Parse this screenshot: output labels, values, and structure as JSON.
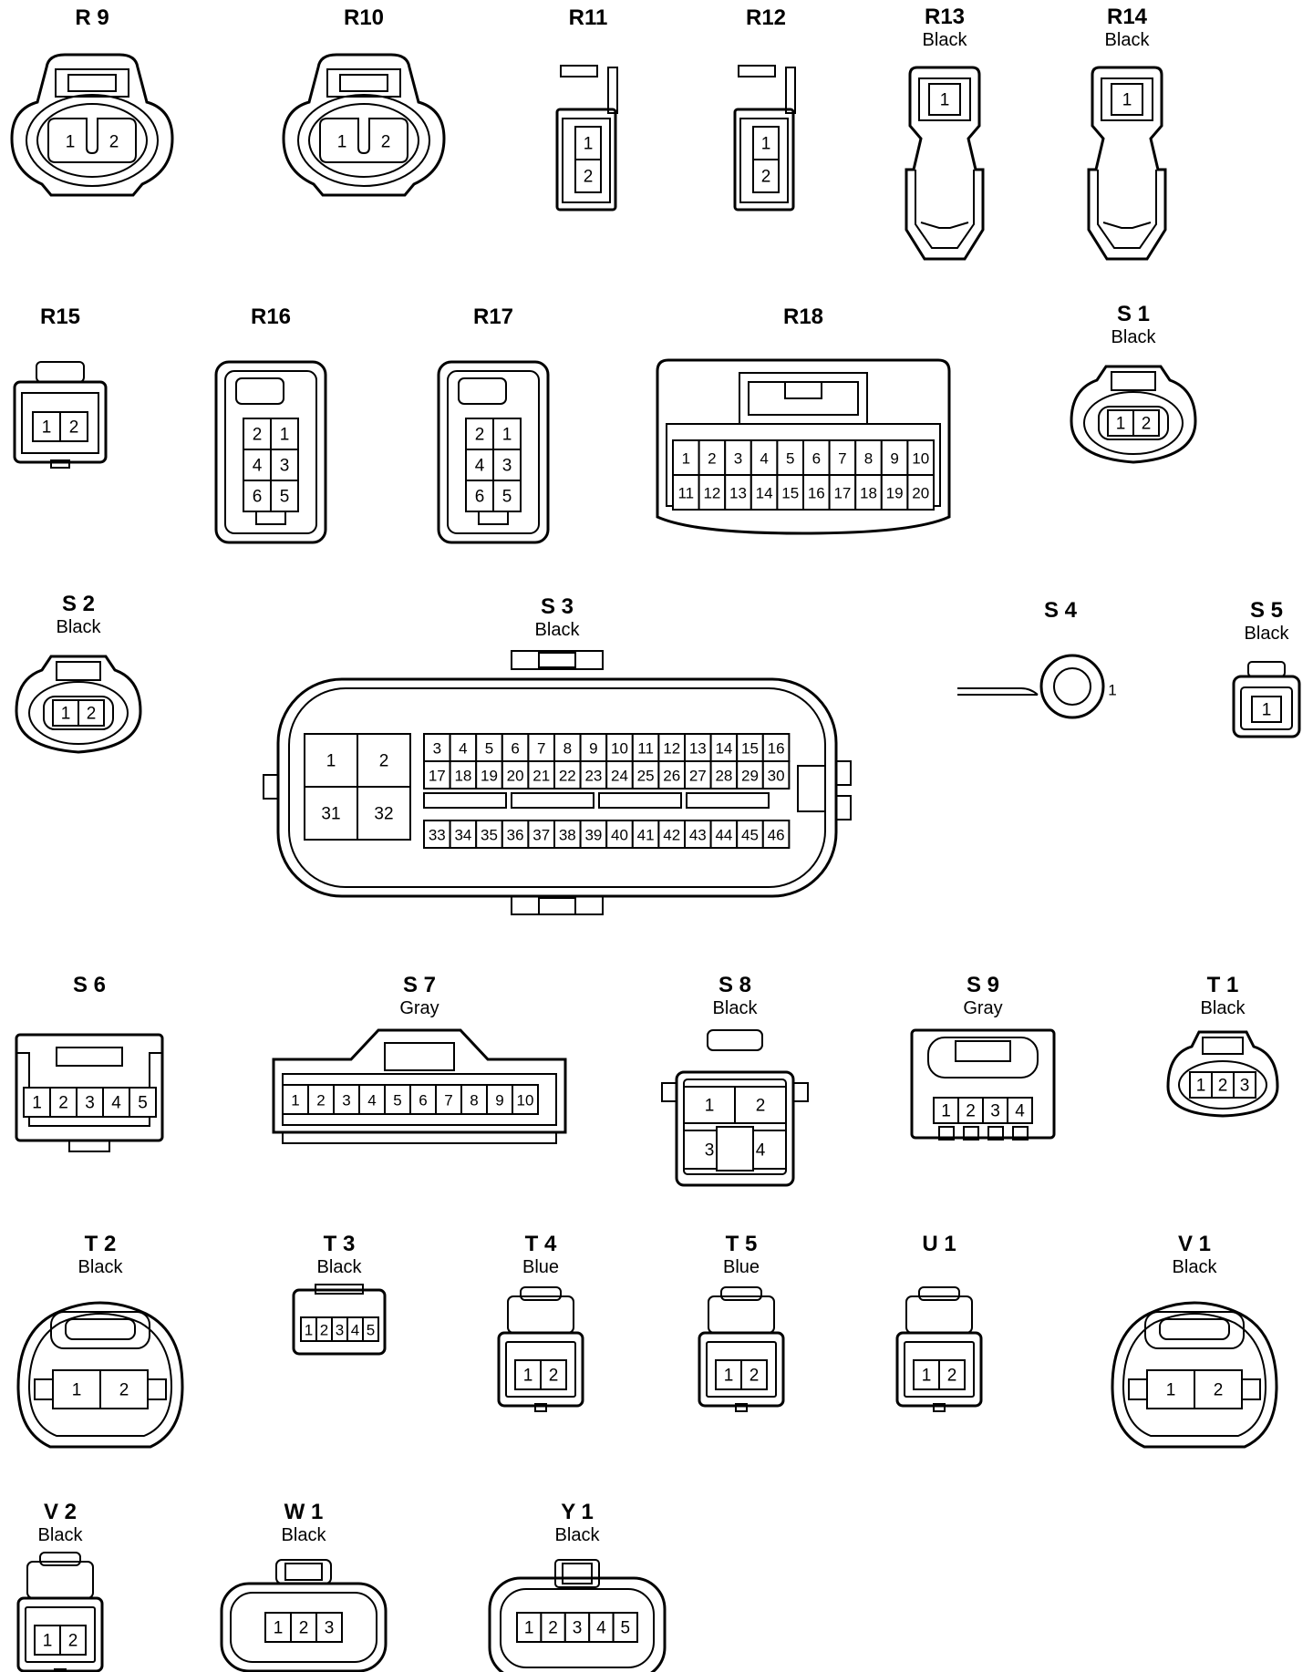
{
  "connectors": [
    {
      "id": "R 9",
      "color": "",
      "pins": [
        "1",
        "2"
      ]
    },
    {
      "id": "R10",
      "color": "",
      "pins": [
        "1",
        "2"
      ]
    },
    {
      "id": "R11",
      "color": "",
      "pins": [
        "1",
        "2"
      ]
    },
    {
      "id": "R12",
      "color": "",
      "pins": [
        "1",
        "2"
      ]
    },
    {
      "id": "R13",
      "color": "Black",
      "pins": [
        "1"
      ]
    },
    {
      "id": "R14",
      "color": "Black",
      "pins": [
        "1"
      ]
    },
    {
      "id": "R15",
      "color": "",
      "pins": [
        "1",
        "2"
      ]
    },
    {
      "id": "R16",
      "color": "",
      "pins": [
        "2",
        "1",
        "4",
        "3",
        "6",
        "5"
      ]
    },
    {
      "id": "R17",
      "color": "",
      "pins": [
        "2",
        "1",
        "4",
        "3",
        "6",
        "5"
      ]
    },
    {
      "id": "R18",
      "color": "",
      "pins": [
        "1",
        "2",
        "3",
        "4",
        "5",
        "6",
        "7",
        "8",
        "9",
        "10",
        "11",
        "12",
        "13",
        "14",
        "15",
        "16",
        "17",
        "18",
        "19",
        "20"
      ]
    },
    {
      "id": "S 1",
      "color": "Black",
      "pins": [
        "1",
        "2"
      ]
    },
    {
      "id": "S 2",
      "color": "Black",
      "pins": [
        "1",
        "2"
      ]
    },
    {
      "id": "S 3",
      "color": "Black",
      "pins": [
        "1",
        "2",
        "31",
        "32",
        "3",
        "4",
        "5",
        "6",
        "7",
        "8",
        "9",
        "10",
        "11",
        "12",
        "13",
        "14",
        "15",
        "16",
        "17",
        "18",
        "19",
        "20",
        "21",
        "22",
        "23",
        "24",
        "25",
        "26",
        "27",
        "28",
        "29",
        "30",
        "33",
        "34",
        "35",
        "36",
        "37",
        "38",
        "39",
        "40",
        "41",
        "42",
        "43",
        "44",
        "45",
        "46"
      ]
    },
    {
      "id": "S 4",
      "color": "",
      "pins": [
        "1"
      ]
    },
    {
      "id": "S 5",
      "color": "Black",
      "pins": [
        "1"
      ]
    },
    {
      "id": "S 6",
      "color": "",
      "pins": [
        "1",
        "2",
        "3",
        "4",
        "5"
      ]
    },
    {
      "id": "S 7",
      "color": "Gray",
      "pins": [
        "1",
        "2",
        "3",
        "4",
        "5",
        "6",
        "7",
        "8",
        "9",
        "10"
      ]
    },
    {
      "id": "S 8",
      "color": "Black",
      "pins": [
        "1",
        "2",
        "3",
        "4"
      ]
    },
    {
      "id": "S 9",
      "color": "Gray",
      "pins": [
        "1",
        "2",
        "3",
        "4"
      ]
    },
    {
      "id": "T 1",
      "color": "Black",
      "pins": [
        "1",
        "2",
        "3"
      ]
    },
    {
      "id": "T 2",
      "color": "Black",
      "pins": [
        "1",
        "2"
      ]
    },
    {
      "id": "T 3",
      "color": "Black",
      "pins": [
        "1",
        "2",
        "3",
        "4",
        "5"
      ]
    },
    {
      "id": "T 4",
      "color": "Blue",
      "pins": [
        "1",
        "2"
      ]
    },
    {
      "id": "T 5",
      "color": "Blue",
      "pins": [
        "1",
        "2"
      ]
    },
    {
      "id": "U 1",
      "color": "",
      "pins": [
        "1",
        "2"
      ]
    },
    {
      "id": "V 1",
      "color": "Black",
      "pins": [
        "1",
        "2"
      ]
    },
    {
      "id": "V 2",
      "color": "Black",
      "pins": [
        "1",
        "2"
      ]
    },
    {
      "id": "W 1",
      "color": "Black",
      "pins": [
        "1",
        "2",
        "3"
      ]
    },
    {
      "id": "Y 1",
      "color": "Black",
      "pins": [
        "1",
        "2",
        "3",
        "4",
        "5"
      ]
    }
  ]
}
